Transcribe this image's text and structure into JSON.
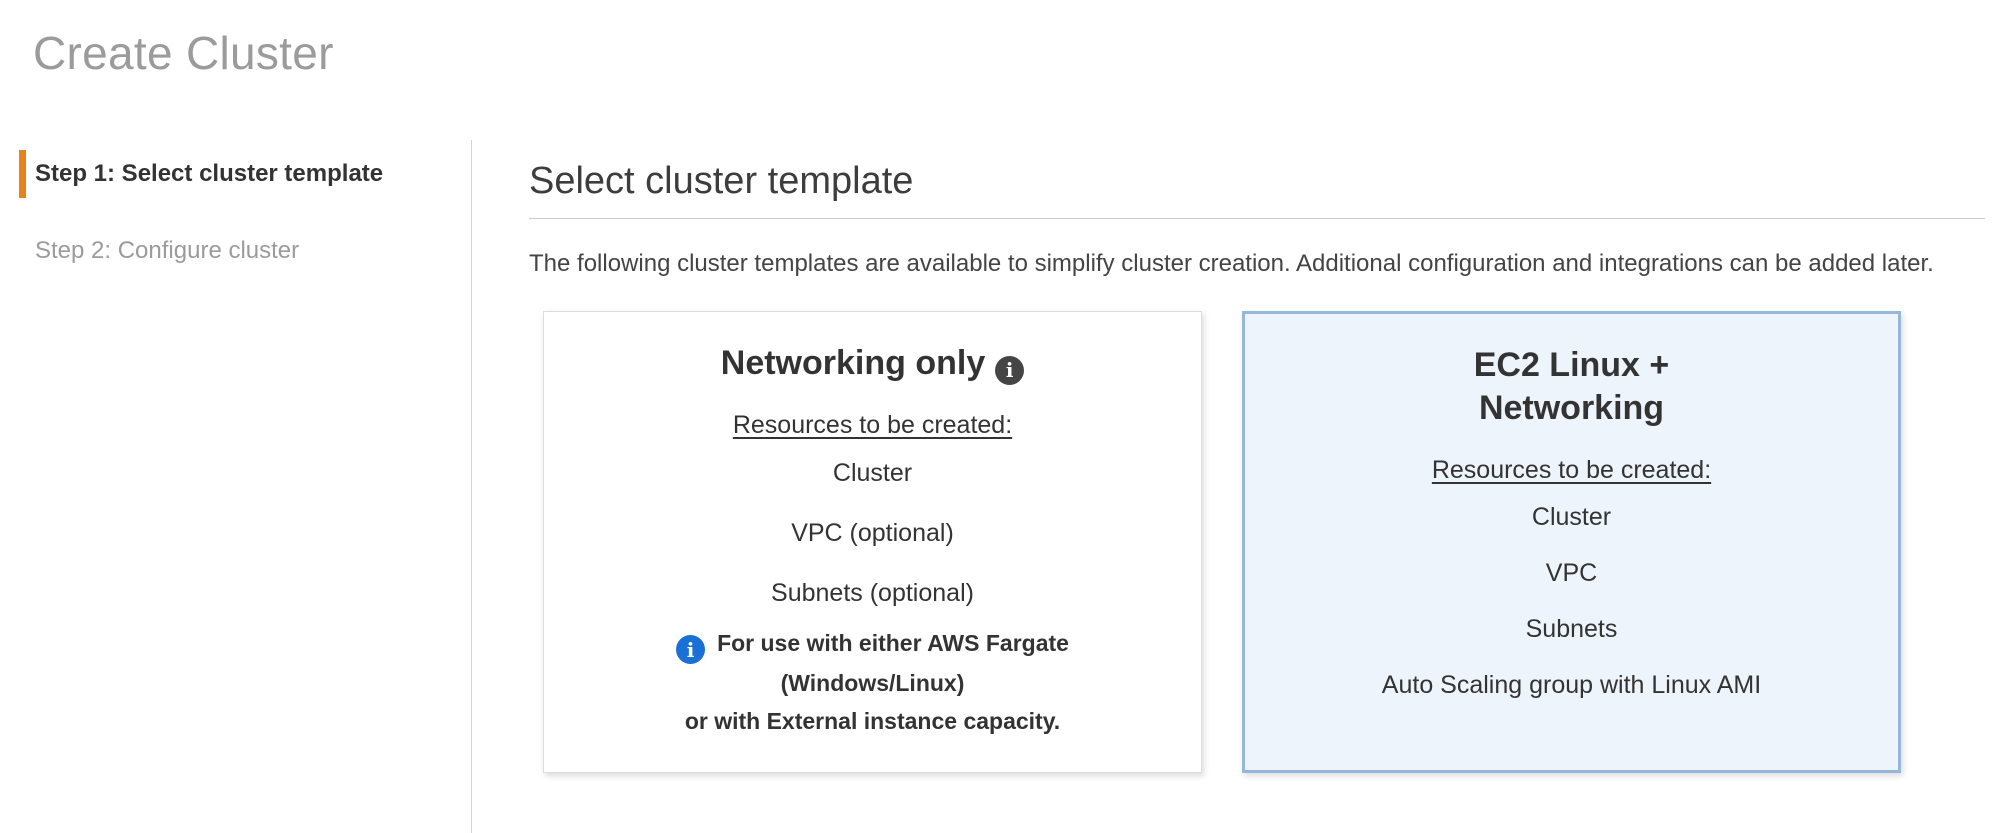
{
  "page_title": "Create Cluster",
  "steps": [
    {
      "label": "Step 1: Select cluster template",
      "state": "active"
    },
    {
      "label": "Step 2: Configure cluster",
      "state": "upcoming"
    }
  ],
  "content": {
    "heading": "Select cluster template",
    "description": "The following cluster templates are available to simplify cluster creation. Additional configuration and integrations can be added later."
  },
  "cards": [
    {
      "title": "Networking only",
      "resources_heading": "Resources to be created:",
      "resources": [
        "Cluster",
        "VPC (optional)",
        "Subnets (optional)"
      ],
      "note_line1": "For use with either AWS Fargate (Windows/Linux)",
      "note_line2": "or with External instance capacity.",
      "selected": false
    },
    {
      "title_line1": "EC2 Linux +",
      "title_line2": "Networking",
      "resources_heading": "Resources to be created:",
      "resources": [
        "Cluster",
        "VPC",
        "Subnets",
        "Auto Scaling group with Linux AMI"
      ],
      "selected": true
    }
  ],
  "icons": {
    "info_glyph": "i"
  },
  "colors": {
    "accent_orange": "#e8821d",
    "title_gray": "#9b9b9b",
    "step_inactive": "#9b9b9b",
    "divider": "#d6d6d6",
    "selected_border": "#94b7da",
    "selected_bg": "#eef4fb",
    "info_dark": "#454545",
    "info_blue": "#1a70d4"
  }
}
